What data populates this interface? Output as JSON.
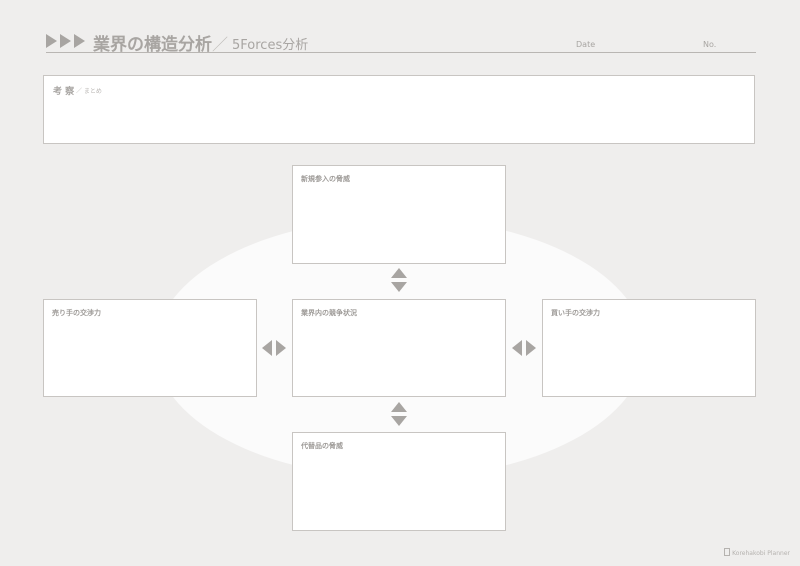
{
  "header": {
    "title": "業界の構造分析",
    "separator": "／",
    "subtitle": "5Forces分析",
    "date_label": "Date",
    "no_label": "No."
  },
  "summary": {
    "title": "考 察",
    "subtitle": "／ まとめ"
  },
  "forces": {
    "new_entrants": "新規参入の脅威",
    "rivalry": "業界内の競争状況",
    "suppliers": "売り手の交渉力",
    "buyers": "買い手の交渉力",
    "substitutes": "代替品の脅威"
  },
  "footer": {
    "brand": "Korehakobi Planner"
  },
  "colors": {
    "background": "#efeeed",
    "accent": "#a8a5a2",
    "box": "#ffffff"
  }
}
